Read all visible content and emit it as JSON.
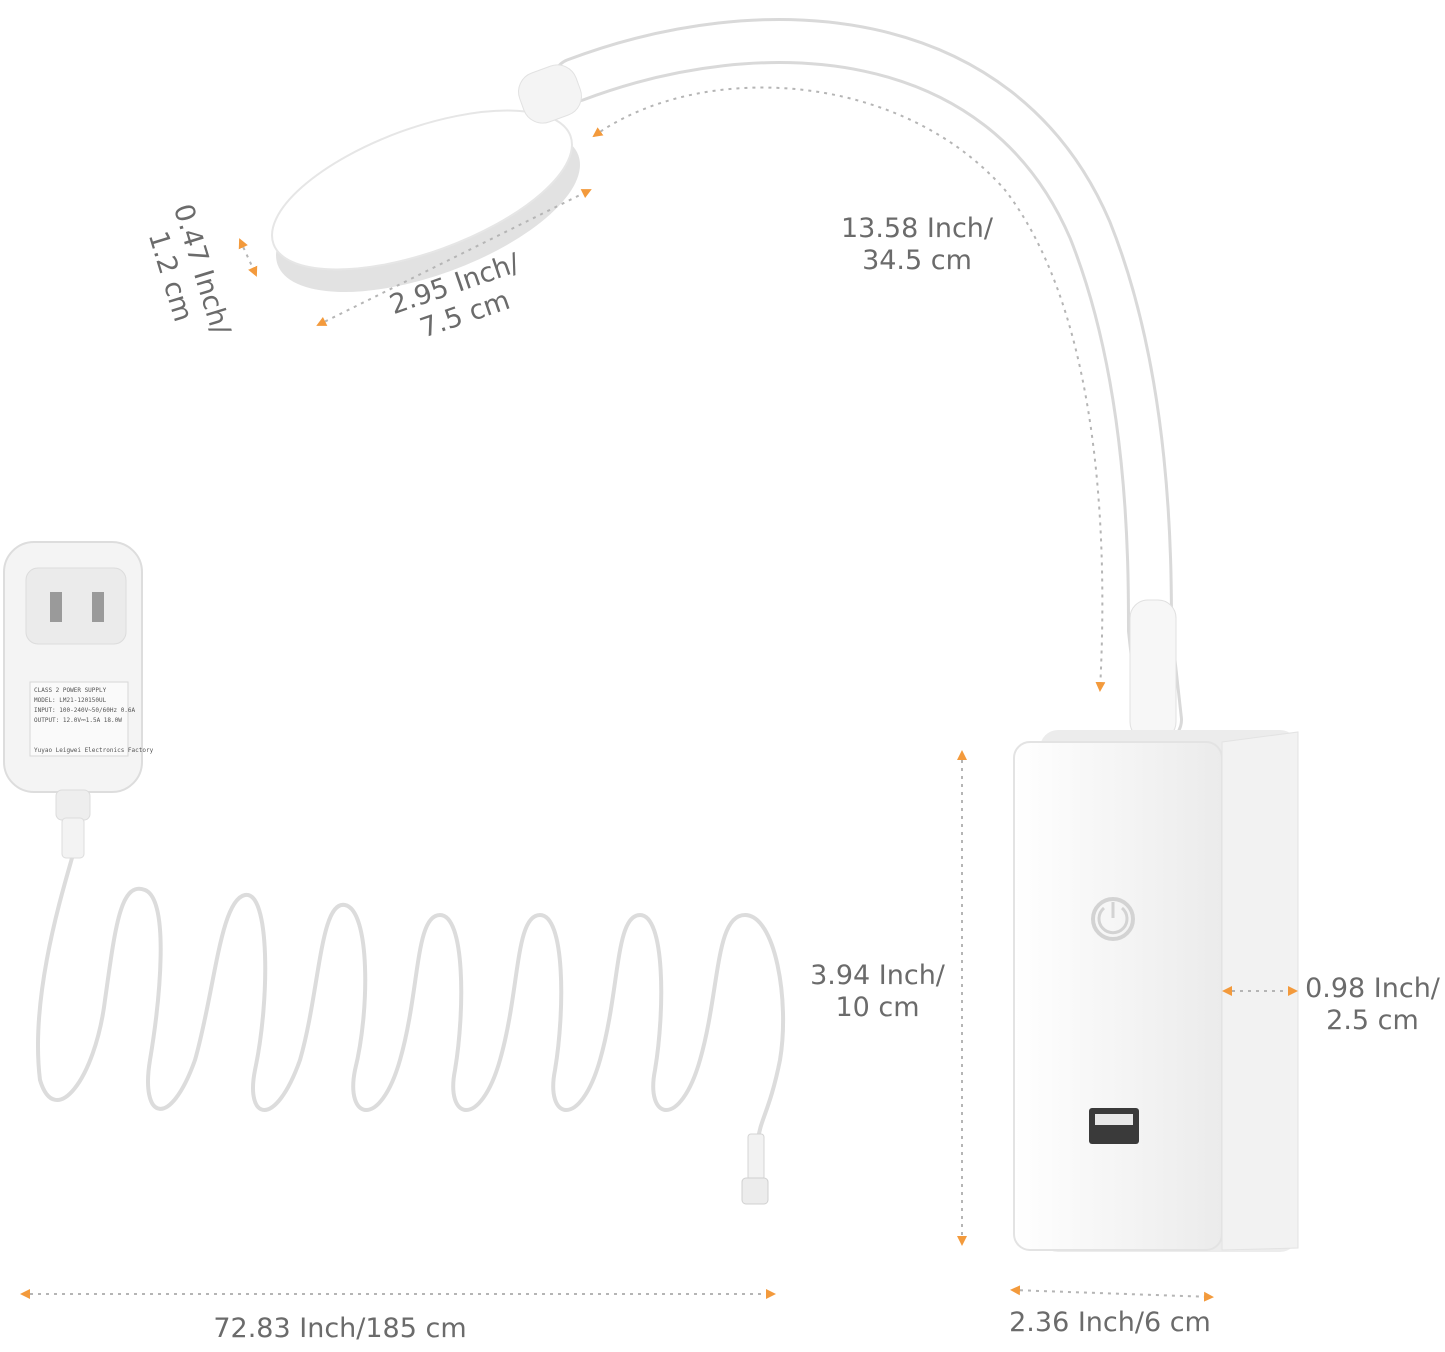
{
  "colors": {
    "accent": "#f39a3c",
    "dim_line": "#b5b5b5",
    "label": "#6b6b6b",
    "product": "#ffffff",
    "product_shadow": "#e4e4e4"
  },
  "dimensions": {
    "head_thickness": {
      "line1": "0.47 Inch/",
      "line2": "1.2 cm"
    },
    "head_diameter": {
      "line1": "2.95 Inch/",
      "line2": "7.5 cm"
    },
    "arm_length": {
      "line1": "13.58 Inch/",
      "line2": "34.5 cm"
    },
    "base_height": {
      "line1": "3.94 Inch/",
      "line2": "10 cm"
    },
    "base_depth": {
      "line1": "0.98 Inch/",
      "line2": "2.5 cm"
    },
    "base_width": {
      "line1": "2.36 Inch/6 cm"
    },
    "cable_length": {
      "line1": "72.83 Inch/185 cm"
    }
  },
  "adapter_label": {
    "title": "CLASS 2 POWER SUPPLY",
    "model": "MODEL: LM21-120150UL",
    "input": "INPUT: 100-240V~50/60Hz 0.6A",
    "output": "OUTPUT: 12.0V⎓1.5A 18.0W",
    "maker": "Yuyao Leigwei Electronics Factory"
  },
  "icons": {
    "power": "power-icon",
    "usb": "usb-port-icon"
  }
}
